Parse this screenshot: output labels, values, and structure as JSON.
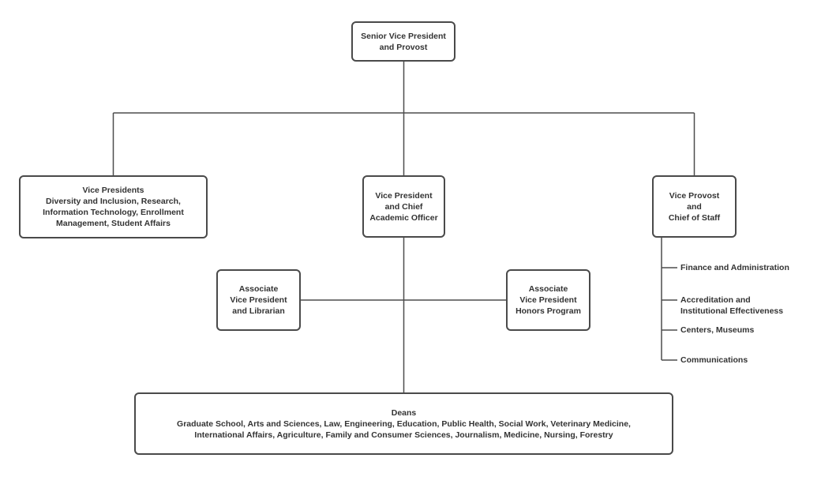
{
  "diagram": {
    "type": "org-chart",
    "nodes": {
      "provost": {
        "label": "Senior Vice President\nand Provost"
      },
      "vice_presidents": {
        "label": "Vice Presidents\nDiversity and Inclusion, Research,\nInformation Technology, Enrollment\nManagement, Student Affairs"
      },
      "vp_academic": {
        "label": "Vice President\nand Chief\nAcademic Officer"
      },
      "vice_provost": {
        "label": "Vice Provost\nand\nChief of Staff"
      },
      "avp_librarian": {
        "label": "Associate\nVice President\nand Librarian"
      },
      "avp_honors": {
        "label": "Associate\nVice President\nHonors Program"
      },
      "deans": {
        "label": "Deans\nGraduate School, Arts and Sciences, Law, Engineering, Education, Public Health, Social Work, Veterinary Medicine,\nInternational Affairs, Agriculture, Family and Consumer Sciences, Journalism, Medicine, Nursing, Forestry"
      }
    },
    "staff_list": {
      "parent": "vice_provost",
      "items": [
        {
          "label": "Finance and Administration"
        },
        {
          "label": "Accreditation and\nInstitutional Effectiveness"
        },
        {
          "label": "Centers, Museums"
        },
        {
          "label": "Communications"
        }
      ]
    }
  },
  "colors": {
    "line": "#4d4d4d",
    "border": "#4a4a4a",
    "text": "#333333",
    "background": "#ffffff"
  }
}
